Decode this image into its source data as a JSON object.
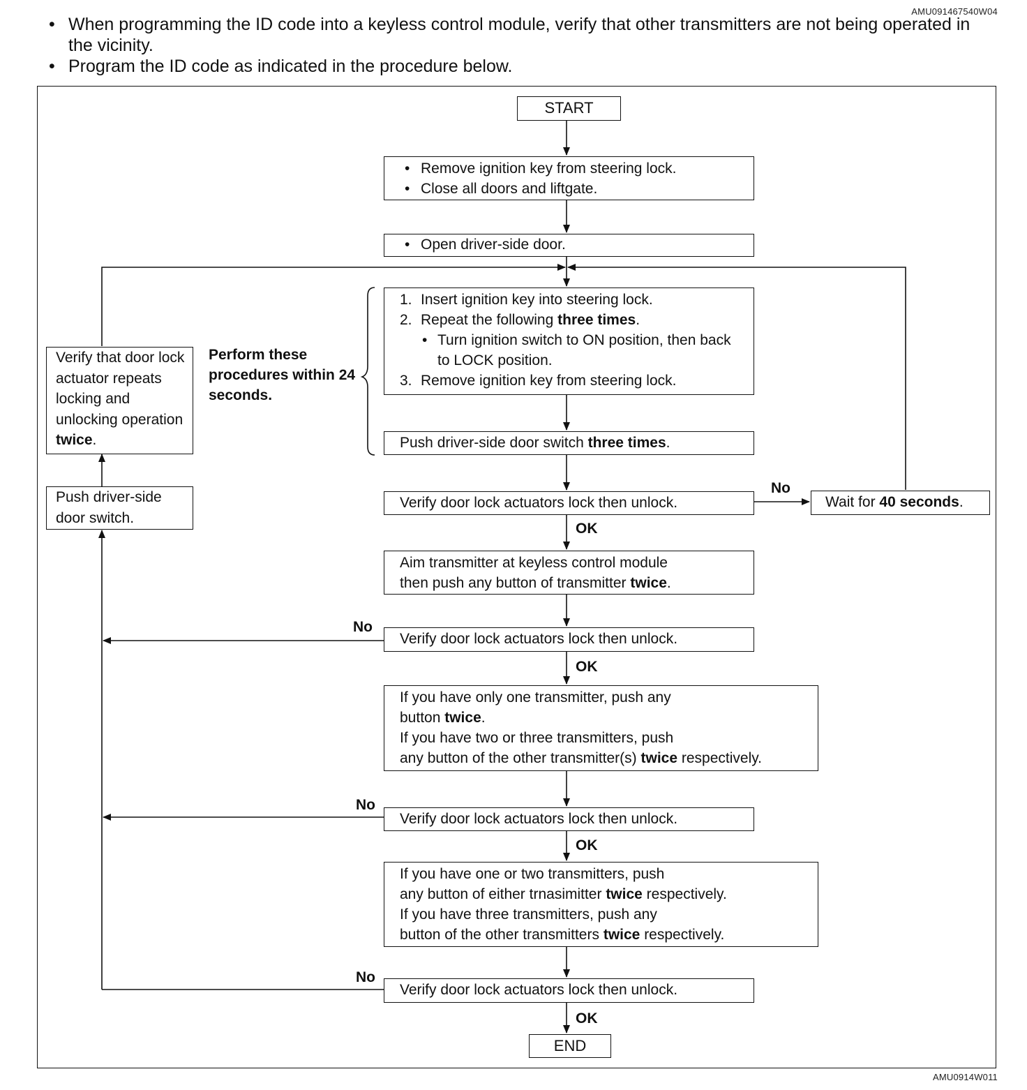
{
  "top_code": "AMU091467540W04",
  "bottom_code": "AMU0914W011",
  "notes": [
    "When programming the ID code into a keyless control module, verify that other transmitters are not being operated in the vicinity.",
    "Program the ID code as indicated in the procedure below."
  ],
  "bullet_char": "•",
  "flow": {
    "start": "START",
    "end": "END",
    "prep": [
      "Remove ignition key from steering lock.",
      "Close all doors and liftgate."
    ],
    "open_door": "Open driver-side door.",
    "steps": {
      "s1_num": "1.",
      "s1": "Insert ignition key into steering lock.",
      "s2_num": "2.",
      "s2_pre": "Repeat the following ",
      "s2_bold": "three times",
      "s2_post": ".",
      "s2_sub": "Turn ignition switch to ON position, then back to LOCK position.",
      "s3_num": "3.",
      "s3": "Remove ignition key from steering lock."
    },
    "push_switch": {
      "pre": "Push driver-side door switch ",
      "bold": "three times",
      "post": "."
    },
    "within_note": "Perform these procedures within 24 seconds.",
    "verify": "Verify door lock actuators lock then unlock.",
    "wait": {
      "pre": "Wait for ",
      "bold": "40 seconds",
      "post": "."
    },
    "aim": {
      "line1": "Aim transmitter at keyless control module",
      "pre": "then push any button of transmitter ",
      "bold": "twice",
      "post": "."
    },
    "only_one": {
      "line1": "If you have only one transmitter, push any",
      "l2_pre": "button ",
      "l2_bold": "twice",
      "l2_post": ".",
      "line3": "If you have two or three transmitters, push",
      "l4_pre": "any button of the other transmitter(s) ",
      "l4_bold": "twice",
      "l4_post": " respectively."
    },
    "one_or_two": {
      "line1": "If you have one or two transmitters, push",
      "l2_pre": "any button of either trnasimitter ",
      "l2_bold": "twice",
      "l2_post": " respectively.",
      "line3": "If you have three transmitters, push any",
      "l4_pre": "button of the other transmitters ",
      "l4_bold": "twice",
      "l4_post": " respectively."
    },
    "left_verify": {
      "text": "Verify that door lock actuator repeats locking and unlocking operation ",
      "bold": "twice",
      "post": "."
    },
    "left_push": "Push driver-side door switch.",
    "ok": "OK",
    "no": "No"
  }
}
